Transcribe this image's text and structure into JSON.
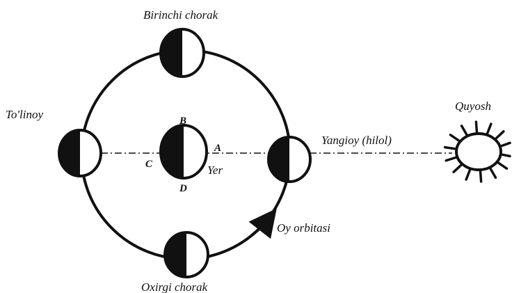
{
  "labels": {
    "first_quarter": "Birinchi chorak",
    "full_moon": "To'linoy",
    "new_moon": "Yangioy (hilol)",
    "last_quarter": "Oxirgi chorak",
    "sun": "Quyosh",
    "earth": "Yer",
    "orbit": "Oy orbitasi",
    "point_a": "A",
    "point_b": "B",
    "point_c": "C",
    "point_d": "D"
  },
  "colors": {
    "ink": "#111111",
    "paper": "#ffffff"
  }
}
